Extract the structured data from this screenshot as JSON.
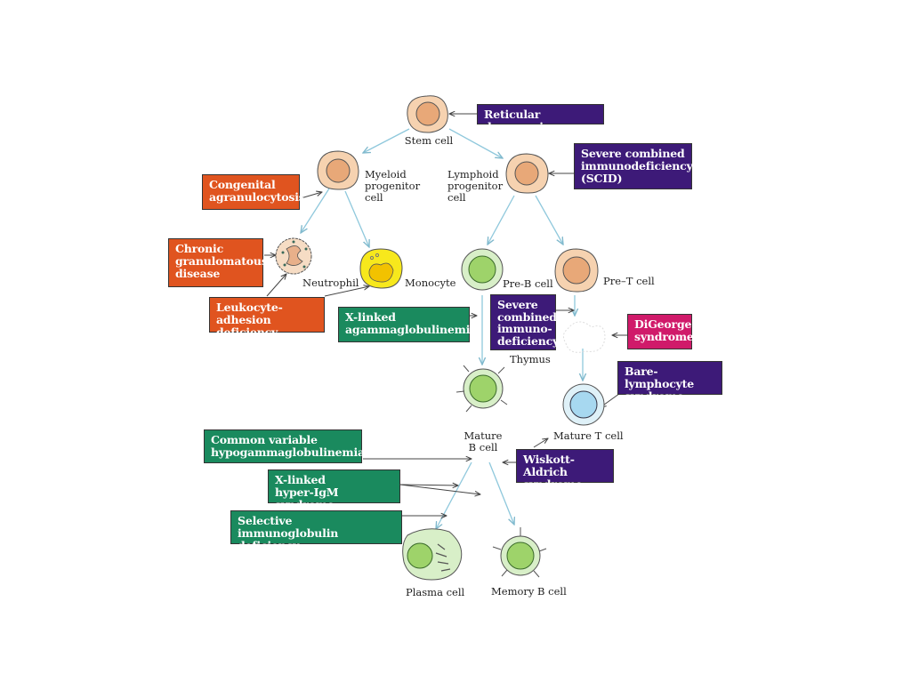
{
  "title": "Immunodeficiency disorders in hematopoietic cell development",
  "colors": {
    "purple_box": "#3d1a78",
    "orange_box": "#e0541f",
    "green_box": "#1a8a5e",
    "magenta_box": "#d01a6a",
    "arrow": "#8fc8dc",
    "progenitor_fill": "#f4c9a0",
    "b_cell_fill": "#9ed36a",
    "t_cell_fill": "#a7d8f0",
    "monocyte_fill": "#f7e81c"
  },
  "cells": {
    "stem": "Stem cell",
    "myeloid": "Myeloid\nprogenitor\ncell",
    "lymphoid": "Lymphoid\nprogenitor\ncell",
    "neutrophil": "Neutrophil",
    "monocyte": "Monocyte",
    "pre_b": "Pre-B cell",
    "pre_t": "Pre–T cell",
    "thymus": "Thymus",
    "mature_b": "Mature\nB cell",
    "mature_t": "Mature T cell",
    "plasma": "Plasma cell",
    "memory_b": "Memory B cell"
  },
  "disorders": {
    "reticular_dysgenesis": "Reticular dysgenesis",
    "scid_top": "Severe combined\nimmunodeficiency\n(SCID)",
    "congenital_agranulocytosis": "Congenital\nagranulocytosis",
    "chronic_granulomatous": "Chronic\ngranulomatous\ndisease",
    "leukocyte_adhesion": "Leukocyte-adhesion\ndeficiency",
    "x_linked_agamma": "X-linked\nagammaglobulinemia",
    "scid_mid": "Severe\ncombined\nimmuno-\ndeficiency",
    "digeorge": "DiGeorge\nsyndrome",
    "bare_lymphocyte": "Bare-lymphocyte\nsyndrome",
    "common_variable": "Common variable\nhypogammaglobulinemia",
    "wiskott_aldrich": "Wiskott-Aldrich\nsyndrome",
    "x_linked_hyper_igm": "X-linked\nhyper-IgM syndrome",
    "selective_ig": "Selective\nimmunoglobulin deficiency"
  }
}
